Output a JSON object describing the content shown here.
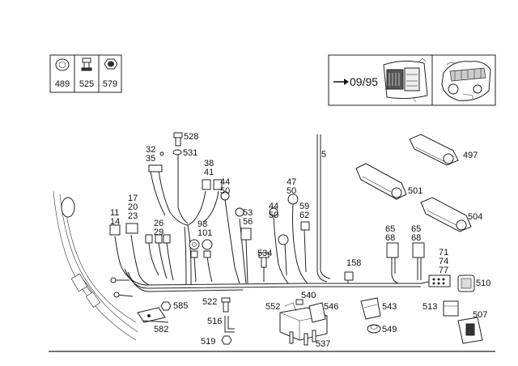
{
  "legend": {
    "items": [
      {
        "code": "489",
        "icon": "grommet-icon"
      },
      {
        "code": "525",
        "icon": "plug-icon"
      },
      {
        "code": "579",
        "icon": "nut-icon"
      }
    ]
  },
  "applicability": {
    "date": "09/95",
    "icons": [
      "arrow-right-icon",
      "instrument-cluster-icon",
      "engine-icon"
    ]
  },
  "callouts": [
    "528",
    "531",
    "32",
    "35",
    "38",
    "41",
    "44",
    "50",
    "5",
    "497",
    "47",
    "50",
    "17",
    "20",
    "23",
    "11",
    "14",
    "26",
    "29",
    "98",
    "101",
    "53",
    "56",
    "44",
    "50",
    "59",
    "62",
    "501",
    "504",
    "65",
    "68",
    "65",
    "68",
    "534",
    "158",
    "71",
    "74",
    "77",
    "510",
    "522",
    "585",
    "582",
    "516",
    "519",
    "552",
    "540",
    "546",
    "537",
    "543",
    "549",
    "513",
    "507"
  ]
}
